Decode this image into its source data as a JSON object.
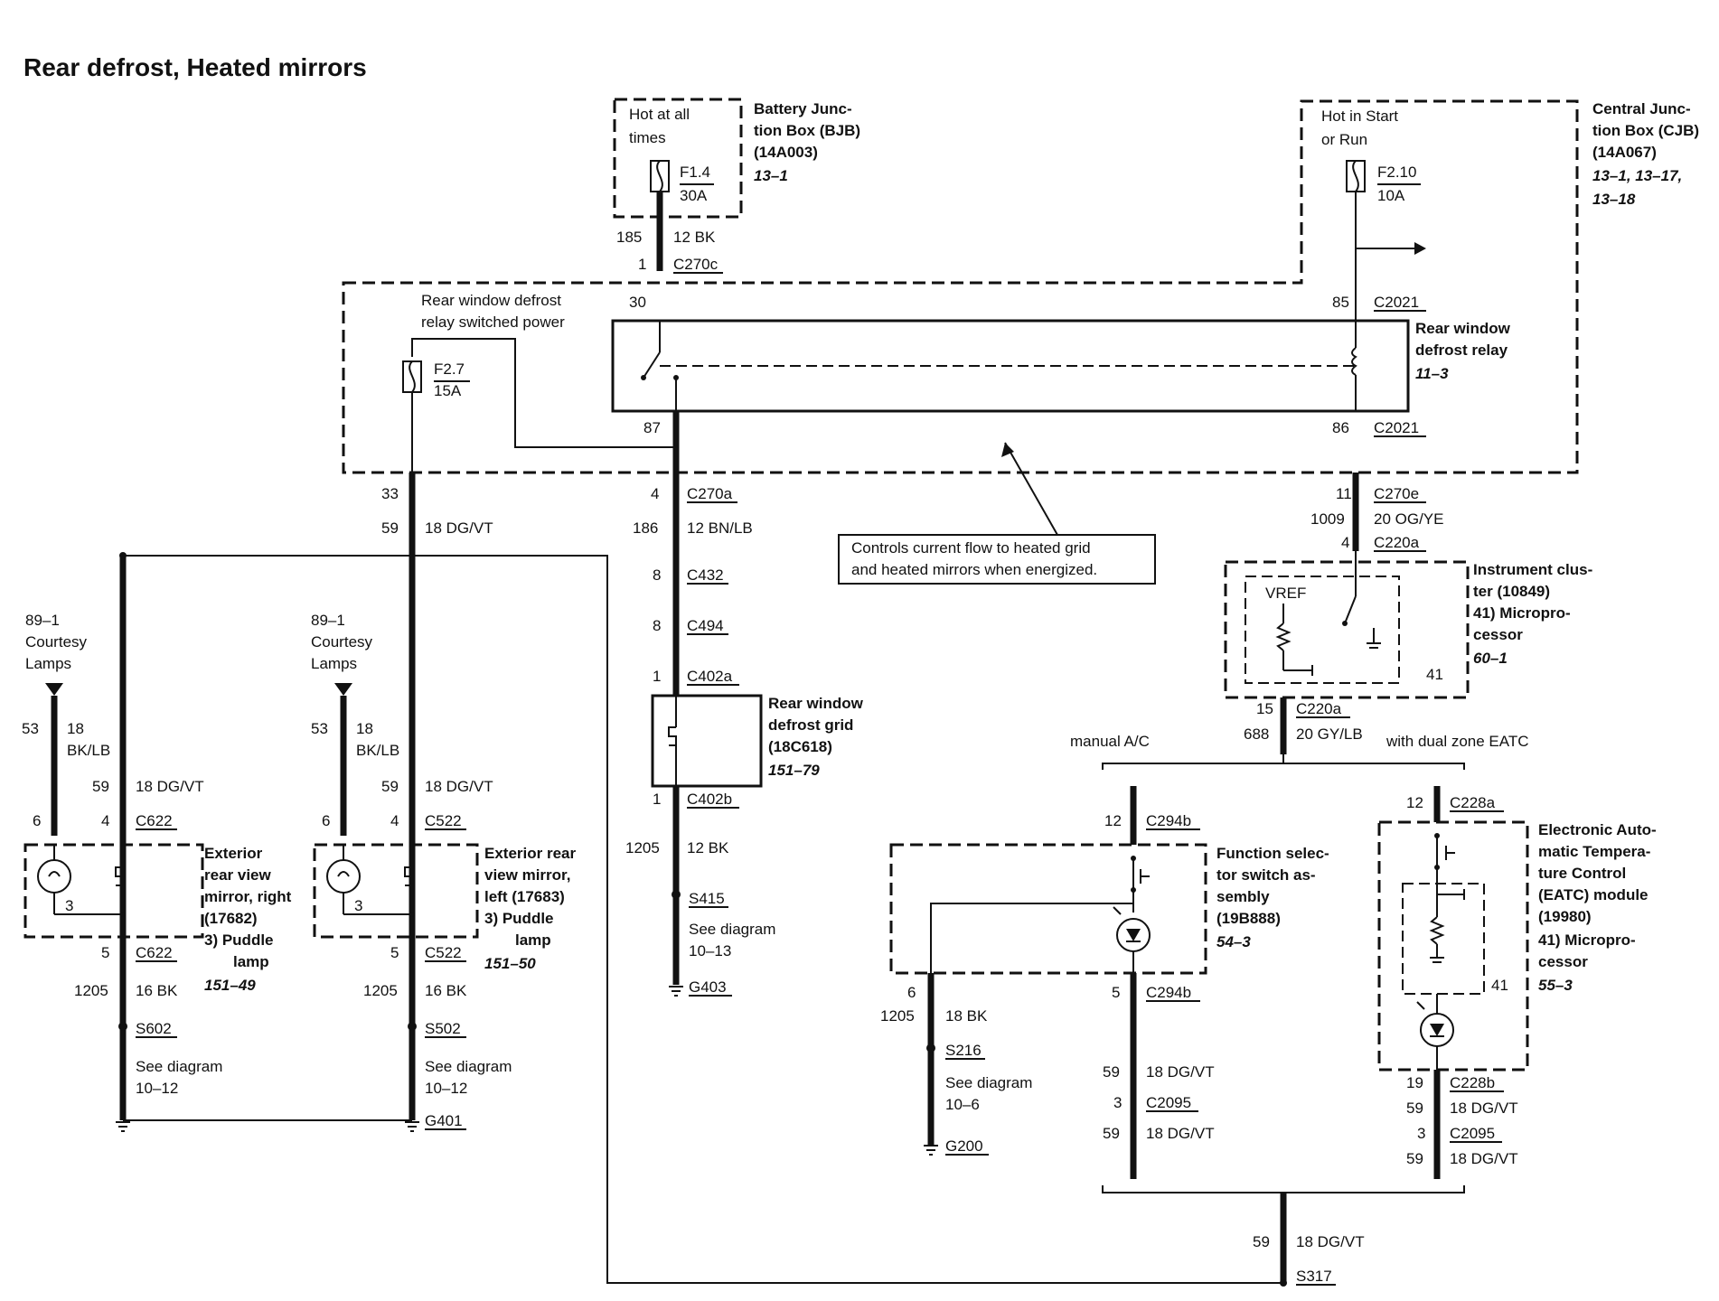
{
  "title": "Rear defrost, Heated mirrors",
  "bjb": {
    "hot": [
      "Hot at all",
      "times"
    ],
    "fuse": "F1.4",
    "amp": "30A",
    "name": [
      "Battery Junc-",
      "tion Box (BJB)",
      "(14A003)"
    ],
    "ref": "13–1"
  },
  "cjb": {
    "hot": [
      "Hot in Start",
      "or Run"
    ],
    "fuse": "F2.10",
    "amp": "10A",
    "name": [
      "Central Junc-",
      "tion Box (CJB)",
      "(14A067)"
    ],
    "ref": [
      "13–1, 13–17,",
      "13–18"
    ]
  },
  "wire_top": {
    "circuit": "185",
    "gauge": "12 BK",
    "pin": "1",
    "conn": "C270c"
  },
  "relay": {
    "pin30": "30",
    "pin85": "85",
    "conn85": "C2021",
    "pin87": "87",
    "pin86": "86",
    "conn86": "C2021",
    "name": [
      "Rear window",
      "defrost relay"
    ],
    "ref": "11–3",
    "switched": [
      "Rear window defrost",
      "relay switched power"
    ]
  },
  "fuse27": {
    "fuse": "F2.7",
    "amp": "15A"
  },
  "callout": [
    "Controls current flow to heated grid",
    "and heated mirrors when energized."
  ],
  "left_feed": {
    "pin": "33",
    "circuit": "59",
    "gauge": "18 DG/VT"
  },
  "center_feed": {
    "pin": "4",
    "conn": "C270a",
    "circuit": "186",
    "gauge": "12 BN/LB",
    "p432": "8",
    "c432": "C432",
    "p494": "8",
    "c494": "C494",
    "p402a": "1",
    "c402a": "C402a",
    "p402b": "1",
    "c402b": "C402b",
    "gnd_circuit": "1205",
    "gnd_gauge": "12 BK",
    "splice": "S415",
    "see": [
      "See diagram",
      "10–13"
    ],
    "ground": "G403"
  },
  "grid": {
    "name": [
      "Rear window",
      "defrost grid",
      "(18C618)"
    ],
    "ref": "151–79"
  },
  "right_feed": {
    "pin": "11",
    "conn": "C270e",
    "circuit": "1009",
    "gauge": "20 OG/YE",
    "pin2": "4",
    "conn2": "C220a"
  },
  "cluster": {
    "vref": "VREF",
    "pin41": "41",
    "name": [
      "Instrument clus-",
      "ter (10849)",
      "41)  Micropro-",
      "cessor"
    ],
    "ref": "60–1",
    "out_pin": "15",
    "out_conn": "C220a",
    "out_circuit": "688",
    "out_gauge": "20 GY/LB"
  },
  "branch": {
    "left": "manual A/C",
    "right": "with dual zone EATC"
  },
  "mirror_right": {
    "lamps": [
      "89–1",
      "Courtesy",
      "Lamps"
    ],
    "lamp_circuit": "53",
    "lamp_gauge": [
      "18",
      "BK/LB"
    ],
    "feed_circuit": "59",
    "feed_gauge": "18 DG/VT",
    "pin6": "6",
    "pin4": "4",
    "conn": "C622",
    "pin3": "3",
    "pin5": "5",
    "conn2": "C622",
    "gnd_circuit": "1205",
    "gnd_gauge": "16 BK",
    "splice": "S602",
    "see": [
      "See diagram",
      "10–12"
    ],
    "name": [
      "Exterior",
      "rear view",
      "mirror, right",
      "(17682)",
      "3)      Puddle",
      "lamp"
    ],
    "ref": "151–49"
  },
  "mirror_left": {
    "lamps": [
      "89–1",
      "Courtesy",
      "Lamps"
    ],
    "lamp_circuit": "53",
    "lamp_gauge": [
      "18",
      "BK/LB"
    ],
    "feed_circuit": "59",
    "feed_gauge": "18 DG/VT",
    "pin6": "6",
    "pin4": "4",
    "conn": "C522",
    "pin3": "3",
    "pin5": "5",
    "conn2": "C522",
    "gnd_circuit": "1205",
    "gnd_gauge": "16 BK",
    "splice": "S502",
    "see": [
      "See diagram",
      "10–12"
    ],
    "ground": "G401",
    "name": [
      "Exterior rear",
      "view mirror,",
      "left (17683)",
      "3)      Puddle",
      "lamp"
    ],
    "ref": "151–50"
  },
  "fss": {
    "pin12": "12",
    "conn12": "C294b",
    "name": [
      "Function selec-",
      "tor switch as-",
      "sembly",
      "(19B888)"
    ],
    "ref": "54–3",
    "pin6": "6",
    "gnd_circuit": "1205",
    "gnd_gauge": "18 BK",
    "splice": "S216",
    "see": [
      "See diagram",
      "10–6"
    ],
    "ground": "G200",
    "pin5": "5",
    "conn5": "C294b",
    "c59a": "59",
    "g59a": "18 DG/VT",
    "p3": "3",
    "c2095": "C2095",
    "c59b": "59",
    "g59b": "18 DG/VT"
  },
  "eatc": {
    "pin12": "12",
    "conn12": "C228a",
    "name": [
      "Electronic Auto-",
      "matic Tempera-",
      "ture Control",
      "(EATC) module",
      "(19980)",
      "41)  Micropro-",
      "cessor"
    ],
    "ref": "55–3",
    "pin41": "41",
    "pin19": "19",
    "conn19": "C228b",
    "c59a": "59",
    "g59a": "18 DG/VT",
    "p3": "3",
    "c2095": "C2095",
    "c59b": "59",
    "g59b": "18 DG/VT"
  },
  "bottom": {
    "circuit": "59",
    "gauge": "18 DG/VT",
    "splice": "S317"
  }
}
